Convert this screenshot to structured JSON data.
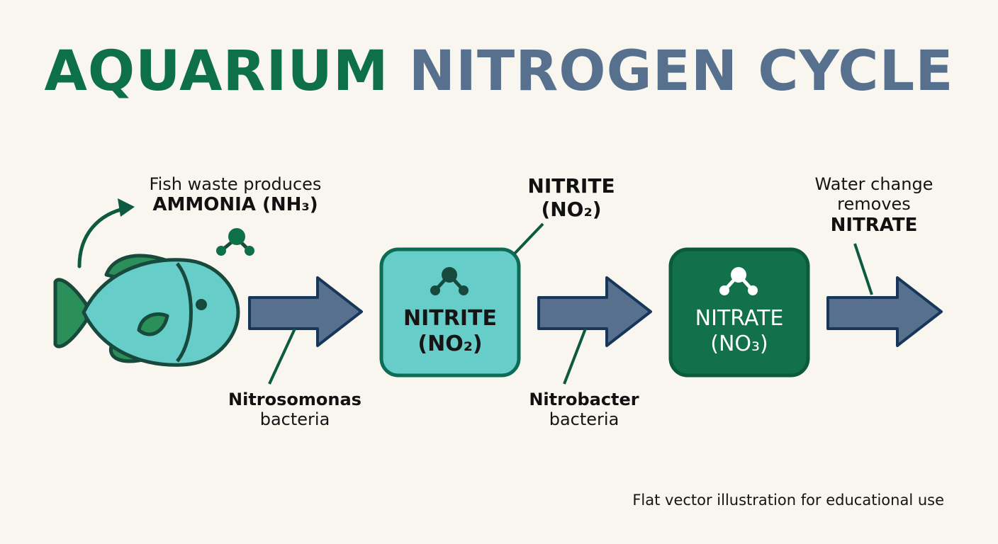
{
  "title": {
    "part1": "AQUARIUM",
    "part2": "NITROGEN CYCLE"
  },
  "fish_label": {
    "line1": "Fish waste produces",
    "line2": "AMMONIA (NH₃)"
  },
  "nitrite_callout": {
    "line1": "NITRITE",
    "line2": "(NO₂)"
  },
  "nitrite_box": {
    "line1": "NITRITE",
    "line2": "(NO₂)"
  },
  "nitrate_box": {
    "line1": "NITRATE",
    "line2": "(NO₃)"
  },
  "water_label": {
    "line1": "Water change",
    "line2": "removes",
    "line3": "NITRATE"
  },
  "bacteria1": {
    "line1": "Nitrosomonas",
    "line2": "bacteria"
  },
  "bacteria2": {
    "line1": "Nitrobacter",
    "line2": "bacteria"
  },
  "footer": "Flat vector illustration for educational use",
  "colors": {
    "green": "#0e7048",
    "slate": "#56708e",
    "teal": "#66cdc8",
    "dark_green": "#12704a",
    "background": "#f8f6ee"
  },
  "icons": [
    "fish-icon",
    "molecule-icon",
    "arrow-right-icon"
  ]
}
